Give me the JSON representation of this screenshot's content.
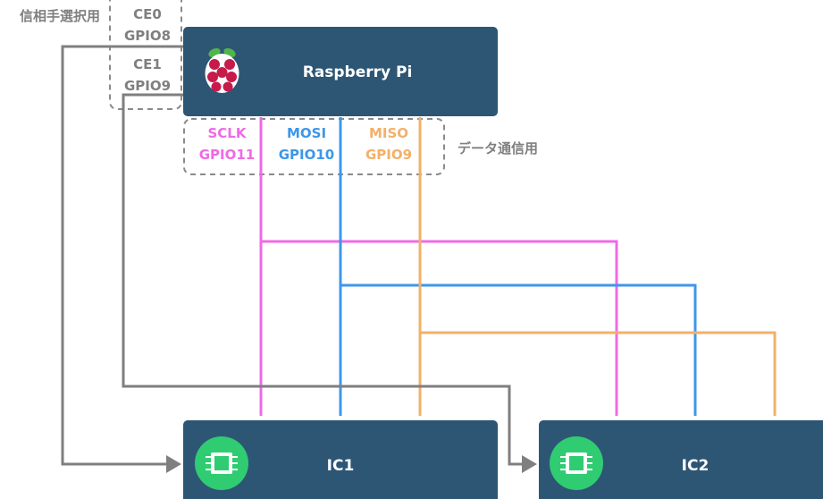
{
  "labels": {
    "cs_group": "信相手選択用",
    "data_group": "データ通信用"
  },
  "pins": {
    "ce0_name": "CE0",
    "ce0_gpio": "GPIO8",
    "ce1_name": "CE1",
    "ce1_gpio": "GPIO9",
    "sclk_name": "SCLK",
    "sclk_gpio": "GPIO11",
    "mosi_name": "MOSI",
    "mosi_gpio": "GPIO10",
    "miso_name": "MISO",
    "miso_gpio": "GPIO9"
  },
  "boxes": {
    "raspberry_pi": "Raspberry Pi",
    "ic1": "IC1",
    "ic2": "IC2"
  },
  "colors": {
    "box_fill": "#2d5675",
    "sclk": "#ef6ae6",
    "mosi": "#3d97e8",
    "miso": "#f3b069",
    "chip_select": "#7f7f7f",
    "dashed_border": "#8a8a8a",
    "chip_icon_bg": "#2fcc72"
  },
  "icons": [
    "raspberry-pi-logo",
    "chip-icon"
  ]
}
